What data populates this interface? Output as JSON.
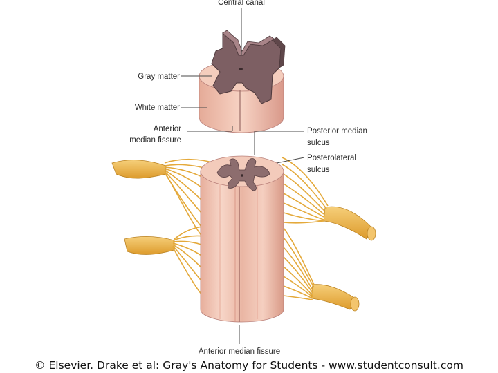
{
  "labels": {
    "central_canal": "Central canal",
    "gray_matter": "Gray matter",
    "white_matter": "White matter",
    "anterior_median_fissure_top_1": "Anterior",
    "anterior_median_fissure_top_2": "median fissure",
    "posterior_median_sulcus_1": "Posterior median",
    "posterior_median_sulcus_2": "sulcus",
    "posterolateral_sulcus_1": "Posterolateral",
    "posterolateral_sulcus_2": "sulcus",
    "anterior_median_fissure_bottom": "Anterior median fissure"
  },
  "credit": "© Elsevier. Drake et al: Gray's Anatomy for Students - www.studentconsult.com",
  "colors": {
    "white_matter": "#f3c9b8",
    "gray_matter": "#8b6a6a",
    "nerve": "#e9b347"
  }
}
